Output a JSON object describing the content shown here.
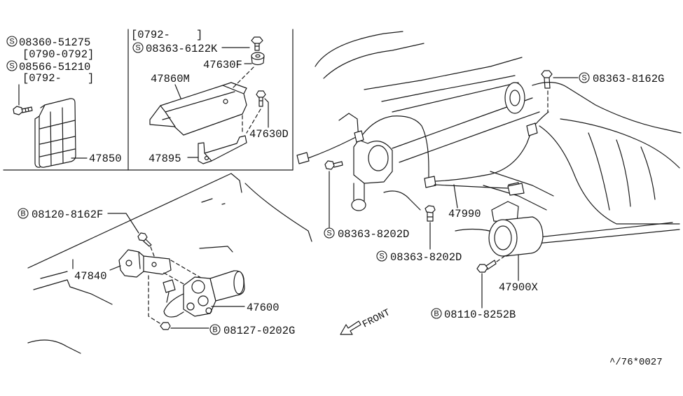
{
  "diagram": {
    "left_inset": {
      "upper_bolt": {
        "prefix": "S",
        "part_no": "08360-51275",
        "period": "[0790-0792]"
      },
      "lower_bolt": {
        "prefix": "S",
        "part_no": "08566-51210",
        "period": "[0792-    ]"
      },
      "unit": {
        "part_no": "47850"
      }
    },
    "center_inset": {
      "period": "[0792-    ]",
      "bolt": {
        "prefix": "S",
        "part_no": "08363-6122K"
      },
      "grommet": {
        "part_no": "47630F"
      },
      "cover": {
        "part_no": "47860M"
      },
      "clip": {
        "part_no": "47630D"
      },
      "bracket": {
        "part_no": "47895"
      }
    },
    "main": {
      "bracket_bolt": {
        "prefix": "B",
        "part_no": "08120-8162F"
      },
      "bracket": {
        "part_no": "47840"
      },
      "actuator": {
        "part_no": "47600"
      },
      "actuator_bolt": {
        "prefix": "B",
        "part_no": "08127-0202G"
      },
      "harness_bolt_left": {
        "prefix": "S",
        "part_no": "08363-8202D"
      },
      "harness": {
        "part_no": "47990"
      },
      "harness_bolt_lower": {
        "prefix": "S",
        "part_no": "08363-8202D"
      },
      "frame_bolt": {
        "prefix": "S",
        "part_no": "08363-8162G"
      },
      "sensor": {
        "part_no": "47900X"
      },
      "sensor_bolt": {
        "prefix": "B",
        "part_no": "08110-8252B"
      }
    },
    "front_label": "FRONT",
    "diagram_code": "^/76*0027"
  },
  "colors": {
    "line": "#1a1a1a",
    "background": "#ffffff"
  }
}
